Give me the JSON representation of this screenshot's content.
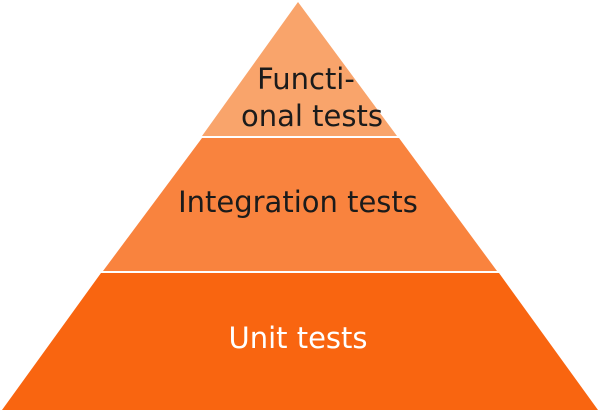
{
  "pyramid": {
    "tiers": [
      {
        "id": "functional",
        "label_lines": [
          "Functi-",
          "onal tests"
        ],
        "fill": "#F9A46B",
        "text_color": "#1B1B1B"
      },
      {
        "id": "integration",
        "label_lines": [
          "Integration tests"
        ],
        "fill": "#F9833E",
        "text_color": "#1B1B1B"
      },
      {
        "id": "unit",
        "label_lines": [
          "Unit tests"
        ],
        "fill": "#F96510",
        "text_color": "#FFFFFF"
      }
    ],
    "divider_color": "#FFFFFF"
  }
}
